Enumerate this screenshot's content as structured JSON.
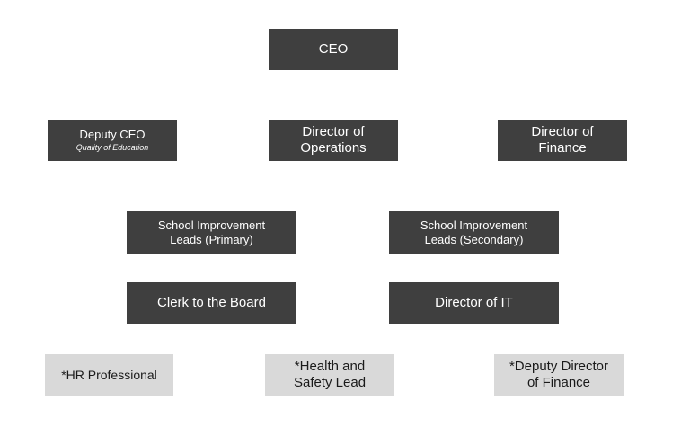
{
  "org_chart": {
    "ceo": {
      "label": "CEO"
    },
    "deputy_ceo": {
      "label": "Deputy CEO",
      "subtitle": "Quality of Education"
    },
    "director_operations": {
      "label": "Director of\nOperations"
    },
    "director_finance": {
      "label": "Director of\nFinance"
    },
    "sil_primary": {
      "label": "School Improvement\nLeads (Primary)"
    },
    "sil_secondary": {
      "label": "School Improvement\nLeads (Secondary)"
    },
    "clerk_board": {
      "label": "Clerk to the Board"
    },
    "director_it": {
      "label": "Director of IT"
    },
    "hr_professional": {
      "label": "*HR Professional"
    },
    "health_safety_lead": {
      "label": "*Health and\nSafety Lead"
    },
    "deputy_director_finance": {
      "label": "*Deputy Director\nof Finance"
    }
  },
  "colors": {
    "dark_box": "#3f3f3f",
    "light_box": "#d9d9d9",
    "dark_text": "#ffffff",
    "light_text": "#1a1a1a"
  }
}
